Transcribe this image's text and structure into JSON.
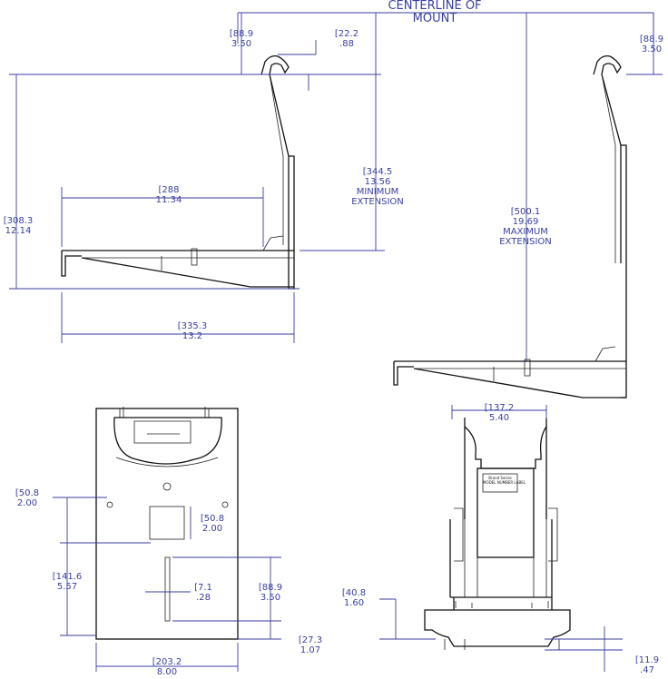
{
  "title_line1": "CENTERLINE OF",
  "title_line2": "MOUNT",
  "dimensions": {
    "side_hook_top": {
      "mm": "[88.9",
      "in": "3.50"
    },
    "side_hook_gap": {
      "mm": "[22.2",
      "in": ".88"
    },
    "side_height": {
      "mm": "[308.3",
      "in": "12.14"
    },
    "side_inner": {
      "mm": "[288",
      "in": "11.34"
    },
    "side_depth": {
      "mm": "[335.3",
      "in": "13.2"
    },
    "min_ext": {
      "mm": "[344.5",
      "in": "13.56",
      "line1": "MINIMUM",
      "line2": "EXTENSION"
    },
    "max_ext": {
      "mm": "[500.1",
      "in": "19.69",
      "line1": "MAXIMUM",
      "line2": "EXTENSION"
    },
    "right_hook_top": {
      "mm": "[88.9",
      "in": "3.50"
    },
    "top_left_off": {
      "mm": "[50.8",
      "in": "2.00"
    },
    "top_square": {
      "mm": "[50.8",
      "in": "2.00"
    },
    "top_height": {
      "mm": "[141.6",
      "in": "5.57"
    },
    "top_slot": {
      "mm": "[7.1",
      "in": ".28"
    },
    "top_slot_len": {
      "mm": "[88.9",
      "in": "3.50"
    },
    "top_bottom_off": {
      "mm": "[27.3",
      "in": "1.07"
    },
    "top_width": {
      "mm": "[203.2",
      "in": "8.00"
    },
    "front_width": {
      "mm": "[137.2",
      "in": "5.40"
    },
    "front_base": {
      "mm": "[40.8",
      "in": "1.60"
    },
    "front_foot": {
      "mm": "[11.9",
      "in": ".47"
    }
  },
  "plate_label_line1": "Brand Series",
  "plate_label_line2": "MODEL NUMBER LABEL"
}
